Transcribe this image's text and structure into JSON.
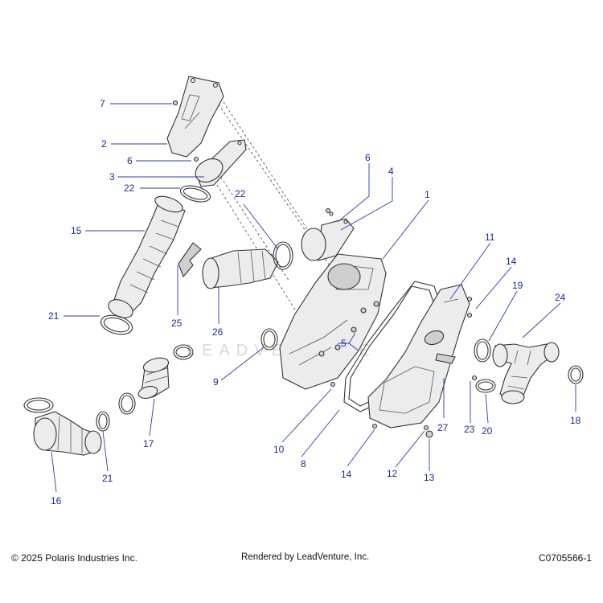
{
  "diagram": {
    "watermark": "LEADVENTURE",
    "callouts": [
      "7",
      "2",
      "6",
      "3",
      "22",
      "15",
      "21",
      "25",
      "26",
      "22",
      "6",
      "4",
      "1",
      "11",
      "14",
      "19",
      "24",
      "5",
      "9",
      "10",
      "8",
      "14",
      "12",
      "13",
      "27",
      "23",
      "20",
      "18",
      "17",
      "16",
      "21"
    ],
    "colors": {
      "callout": "#1a2aa0",
      "leader": "#2a3ab8",
      "part_outline": "#333333",
      "part_fill": "#ececec"
    }
  },
  "footer": {
    "copyright": "© 2025 Polaris Industries Inc.",
    "rendered_by": "Rendered by LeadVenture, Inc.",
    "diagram_code": "C0705566-1"
  }
}
